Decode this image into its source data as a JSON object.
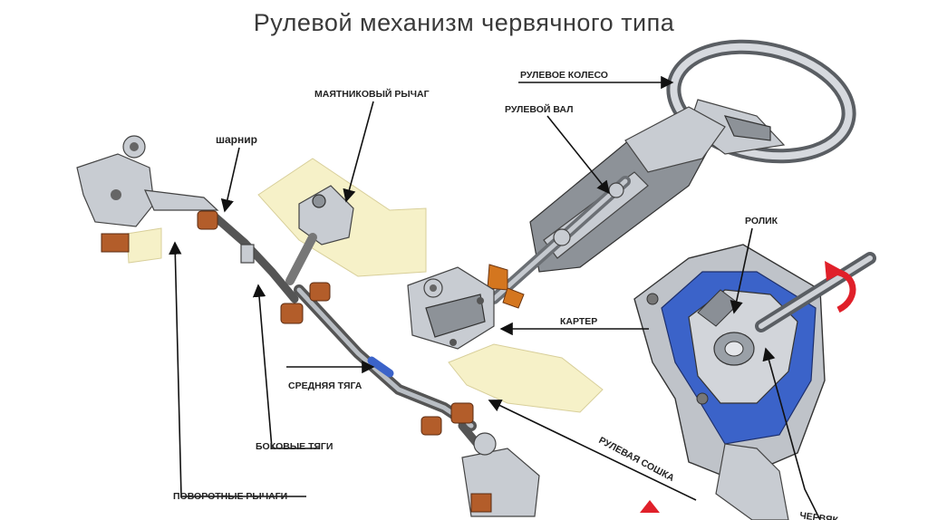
{
  "title": "Рулевой механизм червячного типа",
  "labels": {
    "steering_wheel": "РУЛЕВОЕ КОЛЕСО",
    "steering_shaft": "РУЛЕВОЙ ВАЛ",
    "pendulum_arm": "МАЯТНИКОВЫЙ РЫЧАГ",
    "joint": "шарнир",
    "roller": "РОЛИК",
    "housing": "КАРТЕР",
    "center_link": "СРЕДНЯЯ ТЯГА",
    "side_links": "БОКОВЫЕ ТЯГИ",
    "pitman_arm": "РУЛЕВАЯ СОШКА",
    "steering_arms": "ПОВОРОТНЫЕ РЫЧАГИ",
    "worm": "ЧЕРВЯК"
  },
  "colors": {
    "housing_accent": "#3b63c9",
    "rotation_arrow": "#e0202a",
    "bushing": "#b35d2a",
    "panel": "#f6f1c8"
  }
}
